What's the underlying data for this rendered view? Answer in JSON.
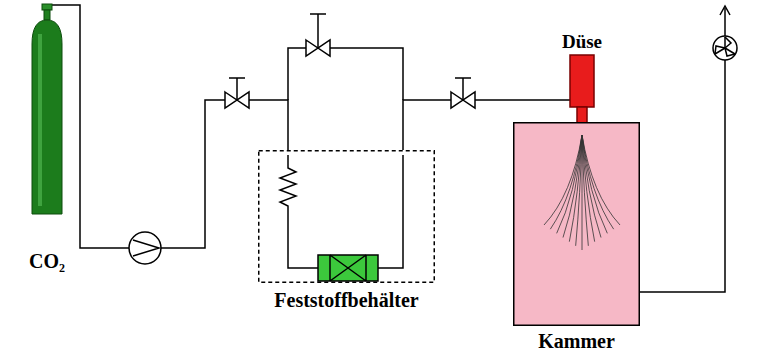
{
  "diagram": {
    "nodes": [
      {
        "text": [
          "CO₂"
        ]
      },
      {
        "text": [
          "Feststoffbehälter"
        ]
      },
      {
        "text": [
          "Düse"
        ]
      },
      {
        "text": [
          "Kammer"
        ]
      }
    ],
    "edges": [
      {
        "from": 0,
        "to": 1,
        "arrow": "none"
      },
      {
        "from": 1,
        "to": 2,
        "arrow": "none"
      }
    ]
  }
}
